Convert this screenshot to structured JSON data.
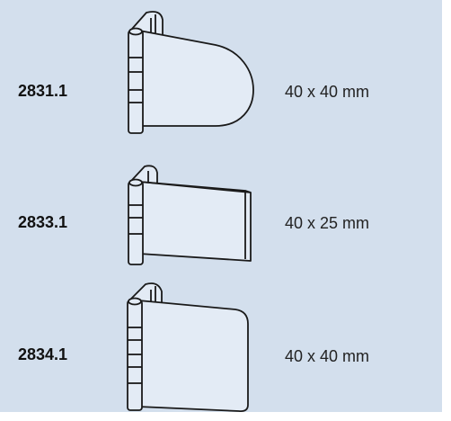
{
  "products": [
    {
      "code": "2831.1",
      "dimensions": "40 x 40 mm",
      "drawing": "hinge-rounded-leaf"
    },
    {
      "code": "2833.1",
      "dimensions": "40 x 25 mm",
      "drawing": "hinge-rectangular-leaf"
    },
    {
      "code": "2834.1",
      "dimensions": "40 x 40 mm",
      "drawing": "hinge-square-leaf"
    }
  ],
  "colors": {
    "background": "#d3dfed",
    "line": "#1a1a1a",
    "leaf_fill": "#e3ebf5"
  }
}
